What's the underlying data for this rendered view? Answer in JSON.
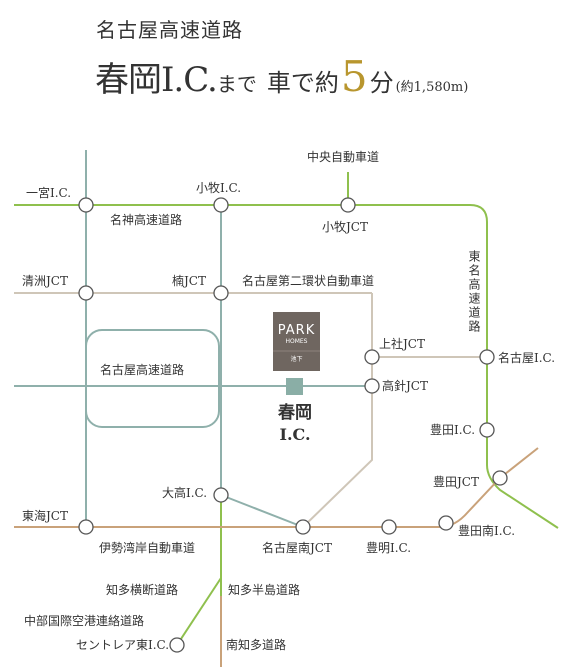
{
  "title": {
    "line1": "名古屋高速道路",
    "ic_name": "春岡I.C.",
    "made": "まで",
    "car": "車で約",
    "number": "5",
    "minute": "分",
    "distance": "(約1,580m)"
  },
  "roads": {
    "meishin": "名神高速道路",
    "chuo": "中央自動車道",
    "tomei": "東名高速道路",
    "nagoya_kosoku": "名古屋高速道路",
    "nidai_kanjo": "名古屋第二環状自動車道",
    "isewangan": "伊勢湾岸自動車道",
    "chita_odan": "知多横断道路",
    "chita_hanto": "知多半島道路",
    "chubu_kuko": "中部国際空港連絡道路",
    "minami_chita": "南知多道路"
  },
  "nodes": {
    "ichinomiya": "一宮I.C.",
    "komaki_ic": "小牧I.C.",
    "komaki_jct": "小牧JCT",
    "kiyosu": "清洲JCT",
    "kusunoki": "楠JCT",
    "kamiyashiro": "上社JCT",
    "nagoya_ic": "名古屋I.C.",
    "takabari": "高針JCT",
    "toyota_ic": "豊田I.C.",
    "toyota_jct": "豊田JCT",
    "daikou": "大高I.C.",
    "tokai": "東海JCT",
    "nagoya_minami": "名古屋南JCT",
    "toyoake": "豊明I.C.",
    "toyota_minami": "豊田南I.C.",
    "centrair": "セントレア東I.C."
  },
  "target": {
    "line1": "春岡",
    "line2": "I.C."
  },
  "logo": {
    "brand": "PARK",
    "sub": "HOMES",
    "tag": "池下"
  },
  "colors": {
    "green": "#8fc04e",
    "blue": "#8fb0ab",
    "beige": "#cfc6b8",
    "brown": "#c9a27a",
    "target": "#8aaea6",
    "logo": "#6f6660"
  }
}
